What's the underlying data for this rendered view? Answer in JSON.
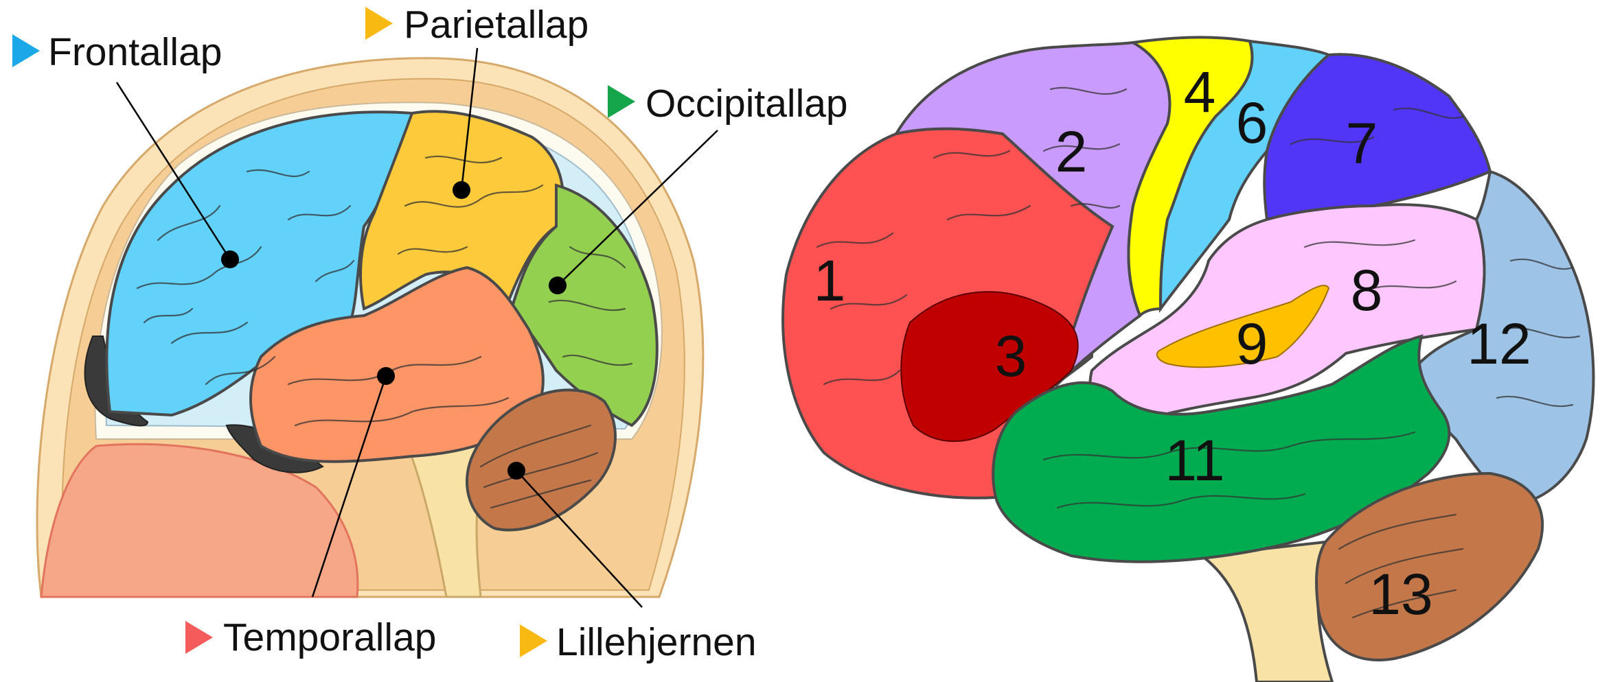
{
  "left_diagram": {
    "labels": [
      {
        "key": "frontal",
        "text": "Frontallap",
        "marker_color": "#1ba8e8"
      },
      {
        "key": "parietal",
        "text": "Parietallap",
        "marker_color": "#f9b913"
      },
      {
        "key": "occipital",
        "text": "Occipitallap",
        "marker_color": "#15a64b"
      },
      {
        "key": "temporal",
        "text": "Temporallap",
        "marker_color": "#f45b5b"
      },
      {
        "key": "cerebellum",
        "text": "Lillehjernen",
        "marker_color": "#f9b913"
      }
    ],
    "region_colors": {
      "frontal": "#62d2fb",
      "parietal": "#fdca3c",
      "occipital": "#93d050",
      "temporal": "#fd9566",
      "cerebellum": "#c4784a",
      "skull": "#f5cd95",
      "scalp": "#fbe2b7",
      "face": "#f6a788"
    }
  },
  "right_diagram": {
    "regions": [
      {
        "number": "1",
        "color": "#fe5152"
      },
      {
        "number": "2",
        "color": "#c99bfc"
      },
      {
        "number": "3",
        "color": "#c00000"
      },
      {
        "number": "4",
        "color": "#ffff00"
      },
      {
        "number": "6",
        "color": "#62d2fb"
      },
      {
        "number": "7",
        "color": "#5236f7"
      },
      {
        "number": "8",
        "color": "#fec8fe"
      },
      {
        "number": "9",
        "color": "#ffc000"
      },
      {
        "number": "11",
        "color": "#00ac4f"
      },
      {
        "number": "12",
        "color": "#9dc3e6"
      },
      {
        "number": "13",
        "color": "#c4784a"
      }
    ]
  }
}
